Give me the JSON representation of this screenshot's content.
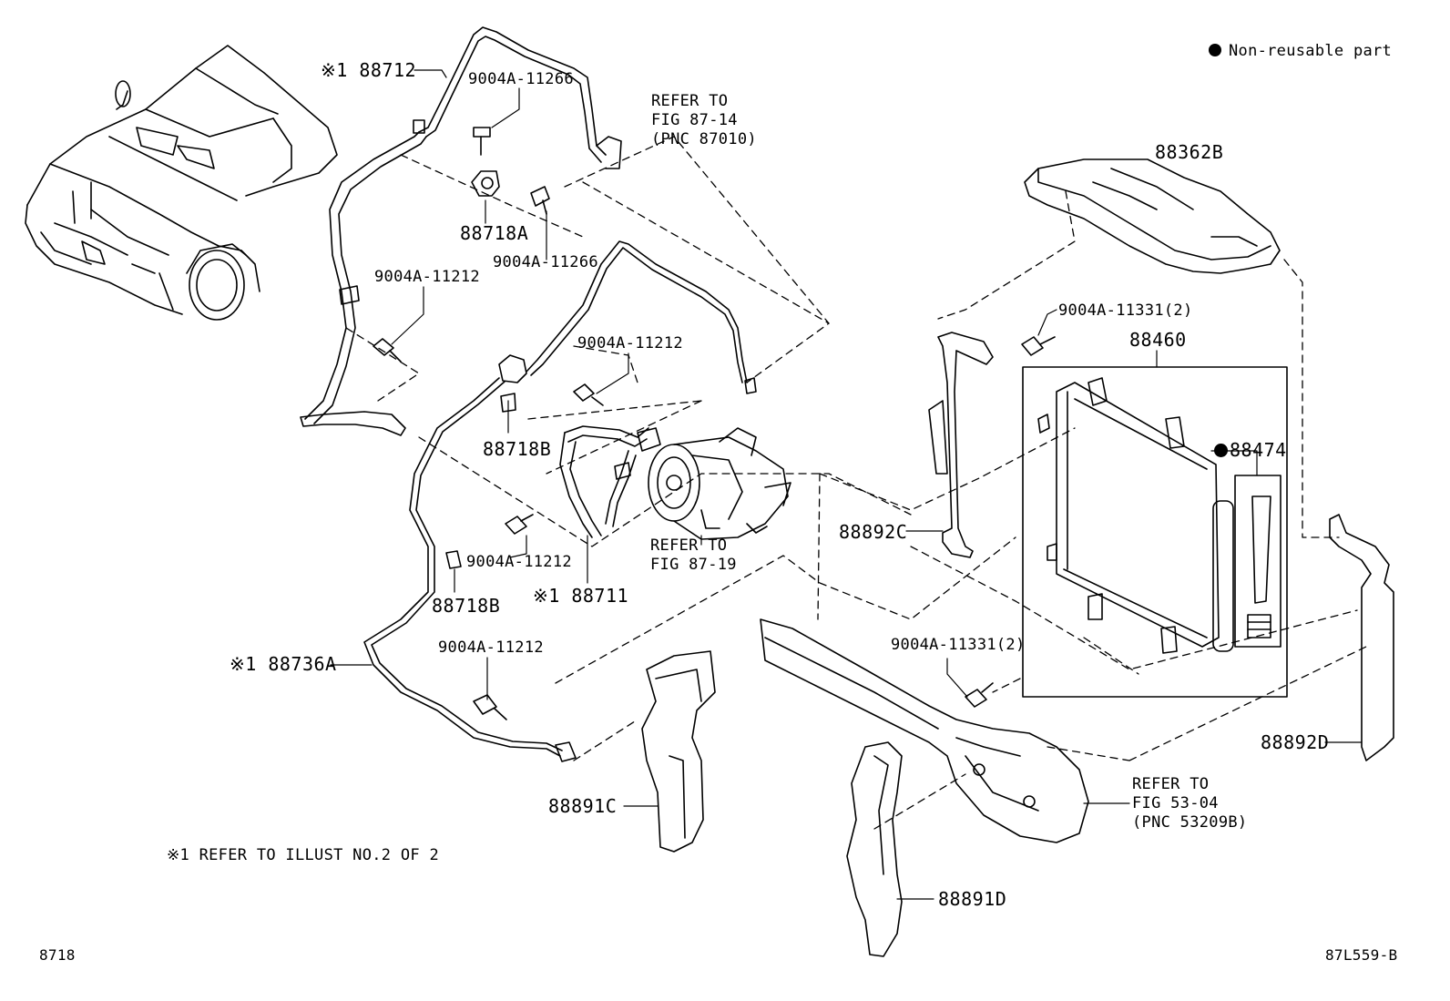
{
  "legend": {
    "non_reusable": "Non-reusable part"
  },
  "note": "※1 REFER TO ILLUST NO.2 OF 2",
  "figure_number": "8718",
  "illustration_code": "87L559-B",
  "part_labels": {
    "p88712": "※1 88712",
    "bolt_11266_top": "9004A-11266",
    "refer_87_14": "REFER TO\nFIG 87-14\n(PNC 87010)",
    "p88362B": "88362B",
    "p88718A": "88718A",
    "bolt_11266_mid": "9004A-11266",
    "bolt_11212_left": "9004A-11212",
    "bolt_11212_center": "9004A-11212",
    "bolt_11331_top": "9004A-11331(2)",
    "p88460": "88460",
    "p88718B_top": "88718B",
    "p88474": "88474",
    "p88892C": "88892C",
    "refer_87_19": "REFER TO\nFIG 87-19",
    "bolt_11212_low": "9004A-11212",
    "p88718B_low": "88718B",
    "p88711": "※1 88711",
    "bolt_11331_low": "9004A-11331(2)",
    "p88736A": "※1 88736A",
    "bolt_11212_bottom": "9004A-11212",
    "p88892D": "88892D",
    "refer_53_04": "REFER TO\nFIG 53-04\n(PNC 53209B)",
    "p88891C": "88891C",
    "p88891D": "88891D"
  }
}
